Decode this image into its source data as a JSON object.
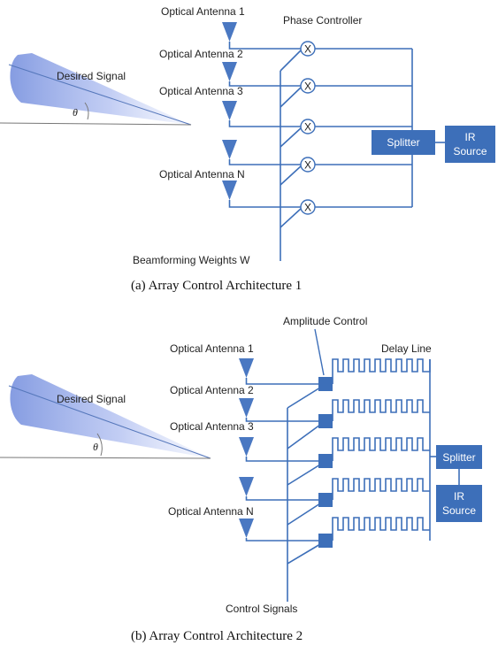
{
  "panel_a": {
    "antennas": [
      "Optical Antenna 1",
      "Optical Antenna 2",
      "Optical Antenna 3",
      "Optical Antenna N"
    ],
    "phase_controller": "Phase Controller",
    "desired_signal": "Desired Signal",
    "theta": "θ",
    "multiplier_symbol": "X",
    "splitter": "Splitter",
    "ir_source": [
      "IR",
      "Source"
    ],
    "weights": "Beamforming Weights W",
    "caption": "(a) Array Control Architecture 1"
  },
  "panel_b": {
    "amplitude_control": "Amplitude Control",
    "delay_line": "Delay Line",
    "antennas": [
      "Optical Antenna 1",
      "Optical Antenna 2",
      "Optical Antenna 3",
      "Optical  Antenna N"
    ],
    "desired_signal": "Desired Signal",
    "theta": "θ",
    "splitter": "Splitter",
    "ir_source": [
      "IR",
      "Source"
    ],
    "control_signals": "Control Signals",
    "caption": "(b) Array Control Architecture 2"
  },
  "colors": {
    "blue": "#3d6fb9",
    "beam": "#8fa8e6"
  }
}
